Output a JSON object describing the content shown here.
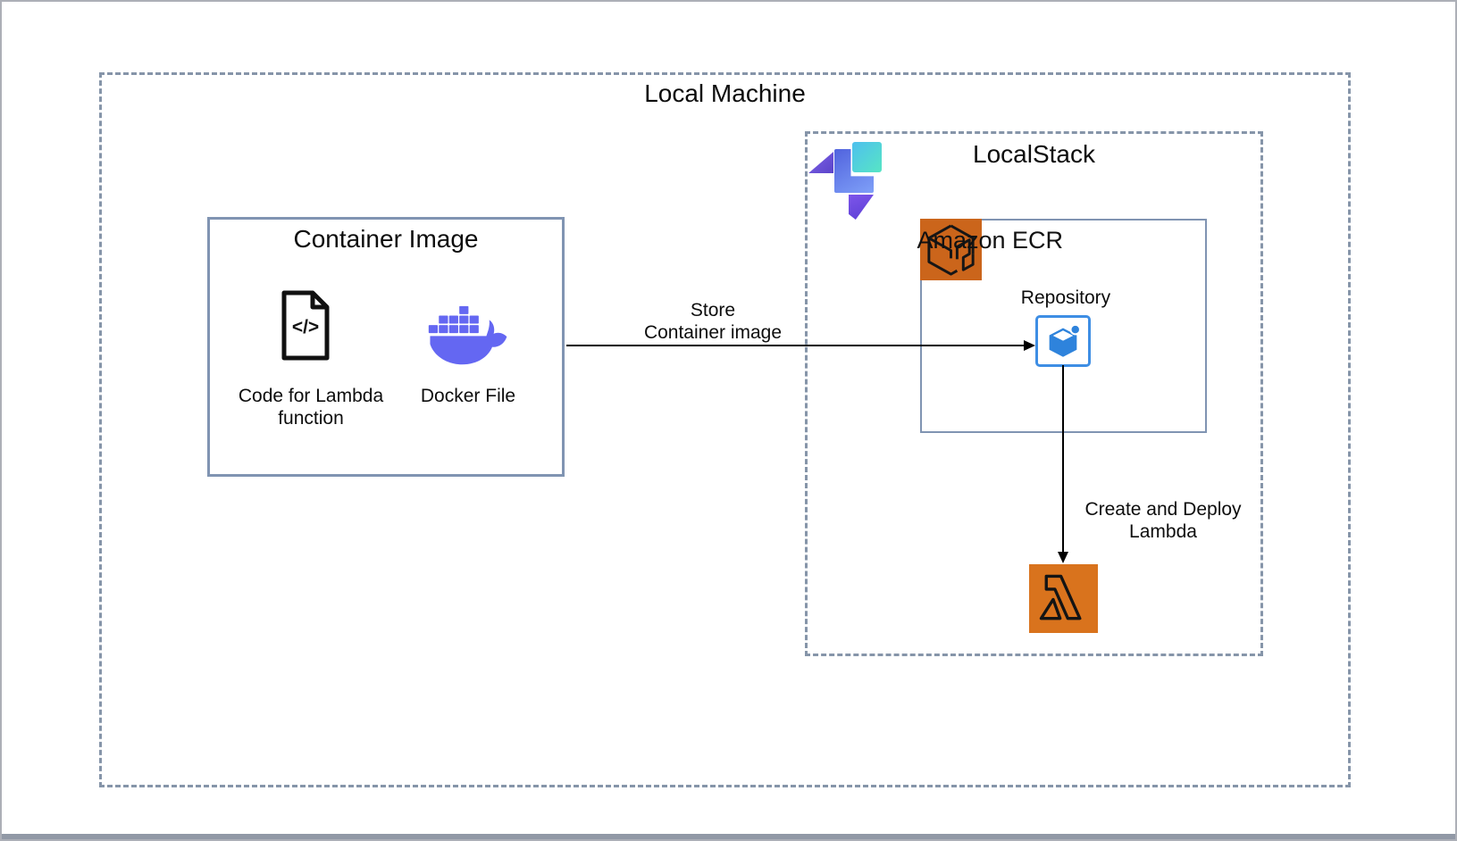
{
  "local_machine": {
    "title": "Local Machine"
  },
  "container_image": {
    "title": "Container Image",
    "code_label": "Code for Lambda function",
    "code_glyph": "</>",
    "docker_label": "Docker File"
  },
  "localstack": {
    "title": "LocalStack",
    "ecr": {
      "title": "Amazon ECR",
      "repository_label": "Repository"
    }
  },
  "arrows": {
    "store": {
      "line1": "Store",
      "line2": "Container image"
    },
    "deploy": {
      "line1": "Create and Deploy",
      "line2": "Lambda"
    }
  },
  "icons": {
    "localstack_logo": "localstack-logo-icon",
    "code_file": "code-file-icon",
    "docker": "docker-whale-icon",
    "ecr_service": "amazon-ecr-service-icon",
    "ecr_repository": "ecr-repository-icon",
    "lambda": "aws-lambda-icon"
  },
  "colors": {
    "docker_purple": "#6467F2",
    "ecr_orange": "#CB651B",
    "lambda_orange": "#D9731D",
    "repository_blue": "#3E8EE4",
    "solid_box_border": "#8094B2",
    "dashed_border": "#8695A9",
    "arrow": "#000000",
    "logo_teal": "#57E5C4",
    "logo_purple": "#5B3FD4"
  }
}
